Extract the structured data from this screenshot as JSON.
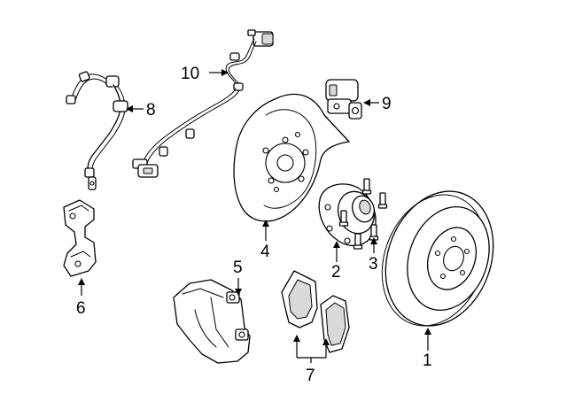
{
  "callouts": {
    "c1": "1",
    "c2": "2",
    "c3": "3",
    "c4": "4",
    "c5": "5",
    "c6": "6",
    "c7": "7",
    "c8": "8",
    "c9": "9",
    "c10": "10"
  },
  "colors": {
    "line": "#000000",
    "background": "#ffffff",
    "shading": "#d9d9d9"
  }
}
